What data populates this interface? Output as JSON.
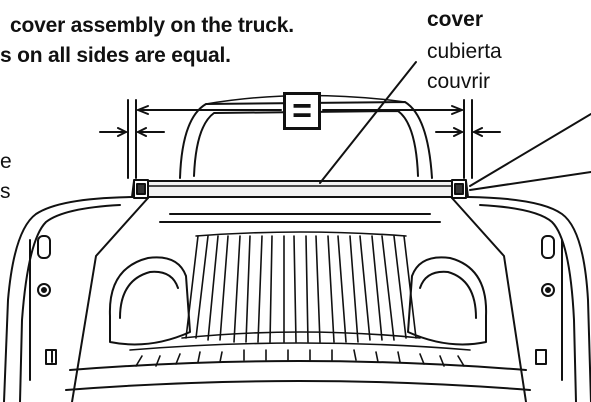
{
  "instructions": {
    "line1": "cover assembly on the truck.",
    "line2": "s on all sides are equal."
  },
  "cover_label": {
    "english": "cover",
    "spanish": "cubierta",
    "french": "couvrir"
  },
  "left_partial_label": {
    "line1": "e",
    "line2": "s"
  },
  "equal_symbol": "="
}
